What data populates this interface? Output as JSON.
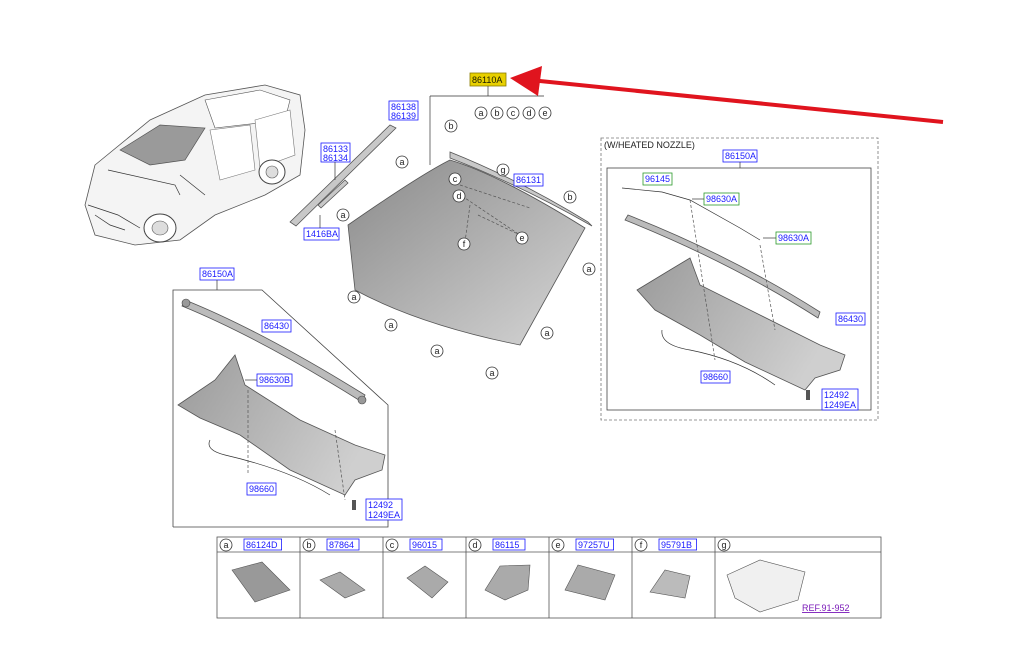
{
  "main_part": {
    "number": "86110A",
    "callouts": [
      "a",
      "b",
      "c",
      "d",
      "e"
    ]
  },
  "windshield": {
    "labels": {
      "molding_upper": [
        "86138",
        "86139"
      ],
      "molding_side": [
        "86133",
        "86134"
      ],
      "clip": "1416BA",
      "seal": "86131"
    }
  },
  "cowl_left": {
    "title": "86150A",
    "parts": {
      "cover": "86430",
      "nozzle": "98630B",
      "hose": "98660",
      "bolt": [
        "12492",
        "1249EA"
      ]
    }
  },
  "cowl_right": {
    "note": "(W/HEATED NOZZLE)",
    "title": "86150A",
    "parts": {
      "harness": "96145",
      "nozzle1": "98630A",
      "nozzle2": "98630A",
      "cover": "86430",
      "hose": "98660",
      "bolt": [
        "12492",
        "1249EA"
      ]
    }
  },
  "legend": [
    {
      "letter": "a",
      "part": "86124D"
    },
    {
      "letter": "b",
      "part": "87864"
    },
    {
      "letter": "c",
      "part": "96015"
    },
    {
      "letter": "d",
      "part": "86115"
    },
    {
      "letter": "e",
      "part": "97257U"
    },
    {
      "letter": "f",
      "part": "95791B"
    },
    {
      "letter": "g",
      "part": ""
    }
  ],
  "reference": "REF.91-952",
  "colors": {
    "part_blue": "#1a1aff",
    "highlight": "#e8d000",
    "arrow": "#e0141e"
  }
}
